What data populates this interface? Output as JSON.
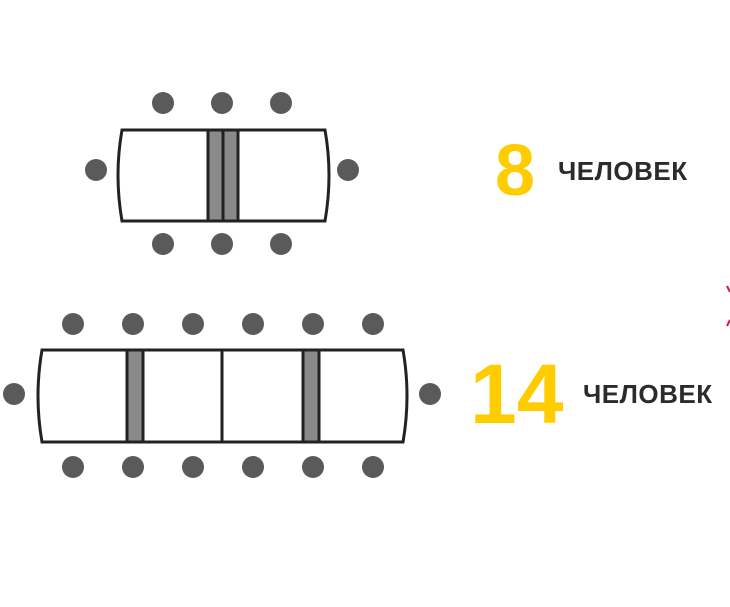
{
  "colors": {
    "accent": "#FFCC00",
    "chair": "#5a5a5a",
    "leaf": "#8a8a8a",
    "outline": "#222222",
    "mark": "#d4145a"
  },
  "tables": [
    {
      "count": "8",
      "label": "ЧЕЛОВЕК",
      "seats_per_side": 3,
      "seats_per_end": 1,
      "leaves": 2
    },
    {
      "count": "14",
      "label": "ЧЕЛОВЕК",
      "seats_per_side": 6,
      "seats_per_end": 1,
      "leaves": 2
    }
  ]
}
